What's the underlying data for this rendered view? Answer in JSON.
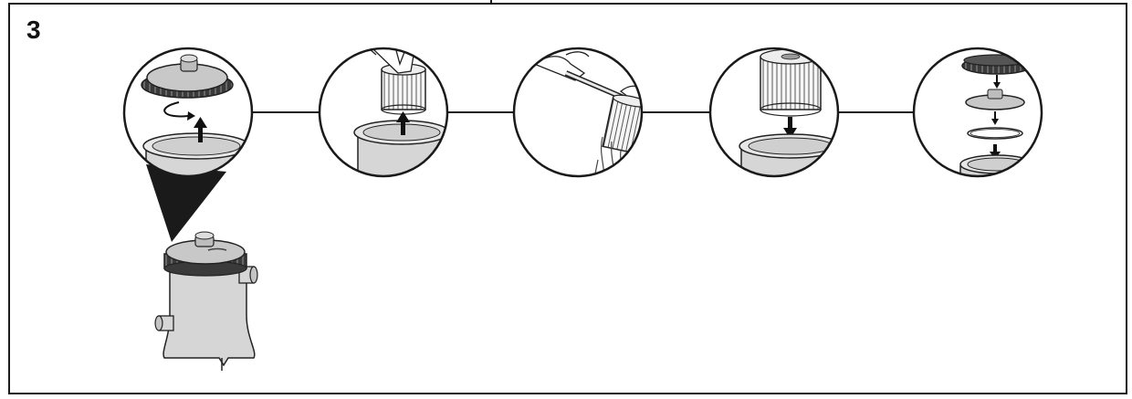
{
  "step_number": "3",
  "colors": {
    "frame": "#1a1a1a",
    "body_gray": "#d6d6d6",
    "dark_ring": "#4a4a4a",
    "lid_gray": "#c8c8c8",
    "filter_white": "#f4f4f4"
  },
  "panels": [
    {
      "name": "unscrew-lid",
      "icon": "lid-removal-icon"
    },
    {
      "name": "remove-cartridge",
      "icon": "cartridge-lift-icon"
    },
    {
      "name": "rinse-cartridge",
      "icon": "hose-rinse-icon"
    },
    {
      "name": "insert-cartridge",
      "icon": "cartridge-insert-icon"
    },
    {
      "name": "reassemble",
      "icon": "exploded-assembly-icon"
    }
  ]
}
